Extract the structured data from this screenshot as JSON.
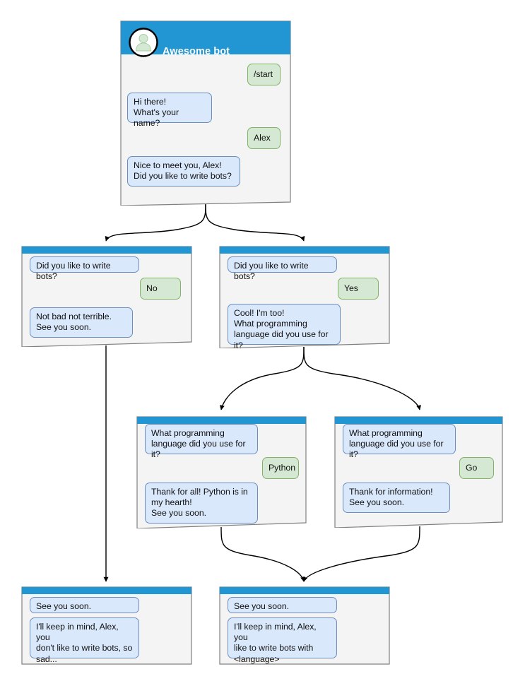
{
  "diagram": {
    "title": "Awesome bot conversation flow",
    "colors": {
      "header_blue": "#2196d3",
      "card_bg": "#f4f4f4",
      "card_border": "#808080",
      "bot_bubble_fill": "#dae8fc",
      "bot_bubble_stroke": "#6c8ebf",
      "user_bubble_fill": "#d5e8d4",
      "user_bubble_stroke": "#82b366",
      "edge_stroke": "#000000",
      "avatar_fill": "#d5e8d4",
      "avatar_stroke": "#82b366"
    }
  },
  "nodes": {
    "root": {
      "name": "start-screen",
      "header_title": "Awesome bot",
      "avatar_icon": "person-avatar-icon",
      "messages": [
        {
          "side": "user",
          "text": "/start"
        },
        {
          "side": "bot",
          "text": "Hi there!\nWhat's your name?"
        },
        {
          "side": "user",
          "text": "Alex"
        },
        {
          "side": "bot",
          "text": "Nice to meet you, Alex!\nDid you like to write bots?"
        }
      ]
    },
    "no_branch": {
      "name": "answer-no-screen",
      "messages": [
        {
          "side": "bot",
          "text": "Did you like to write bots?"
        },
        {
          "side": "user",
          "text": "No"
        },
        {
          "side": "bot",
          "text": "Not bad not terrible.\nSee you soon."
        }
      ]
    },
    "yes_branch": {
      "name": "answer-yes-screen",
      "messages": [
        {
          "side": "bot",
          "text": "Did you like to write bots?"
        },
        {
          "side": "user",
          "text": "Yes"
        },
        {
          "side": "bot",
          "text": "Cool! I'm too!\nWhat programming\nlanguage did you use for it?"
        }
      ]
    },
    "python_branch": {
      "name": "answer-python-screen",
      "messages": [
        {
          "side": "bot",
          "text": "What programming\nlanguage did you use for it?"
        },
        {
          "side": "user",
          "text": "Python"
        },
        {
          "side": "bot",
          "text": "Thank for all! Python is in\nmy hearth!\nSee you soon."
        }
      ]
    },
    "go_branch": {
      "name": "answer-go-screen",
      "messages": [
        {
          "side": "bot",
          "text": "What programming\nlanguage did you use for it?"
        },
        {
          "side": "user",
          "text": "Go"
        },
        {
          "side": "bot",
          "text": "Thank for information!\nSee you soon."
        }
      ]
    },
    "end_sad": {
      "name": "end-sad-screen",
      "messages": [
        {
          "side": "bot",
          "text": "See you soon."
        },
        {
          "side": "bot",
          "text": "I'll keep in mind, Alex, you\ndon't like to write bots, so\nsad..."
        }
      ]
    },
    "end_happy": {
      "name": "end-happy-screen",
      "messages": [
        {
          "side": "bot",
          "text": "See you soon."
        },
        {
          "side": "bot",
          "text": "I'll keep in mind, Alex, you\nlike to write bots with\n<language>"
        }
      ]
    }
  }
}
